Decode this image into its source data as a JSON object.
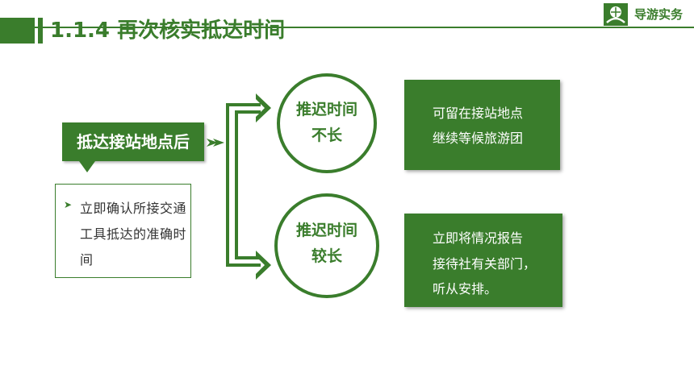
{
  "header": {
    "title": "1.1.4 再次核实抵达时间",
    "logo_text": "导游实务"
  },
  "diagram": {
    "arrival": "抵达接站地点后",
    "confirm": {
      "text": "立即确认所接交通工具抵达的准确时间"
    },
    "short_delay": {
      "line1": "推迟时间",
      "line2": "不长"
    },
    "long_delay": {
      "line1": "推迟时间",
      "line2": "较长"
    },
    "short_result": {
      "line1": "可留在接站地点",
      "line2": "继续等候旅游团"
    },
    "long_result": {
      "line1": "立即将情况报告",
      "line2": "接待社有关部门，",
      "line3": "听从安排。"
    }
  },
  "colors": {
    "accent": "#3a7d2c",
    "text": "#333333",
    "background": "#ffffff"
  }
}
